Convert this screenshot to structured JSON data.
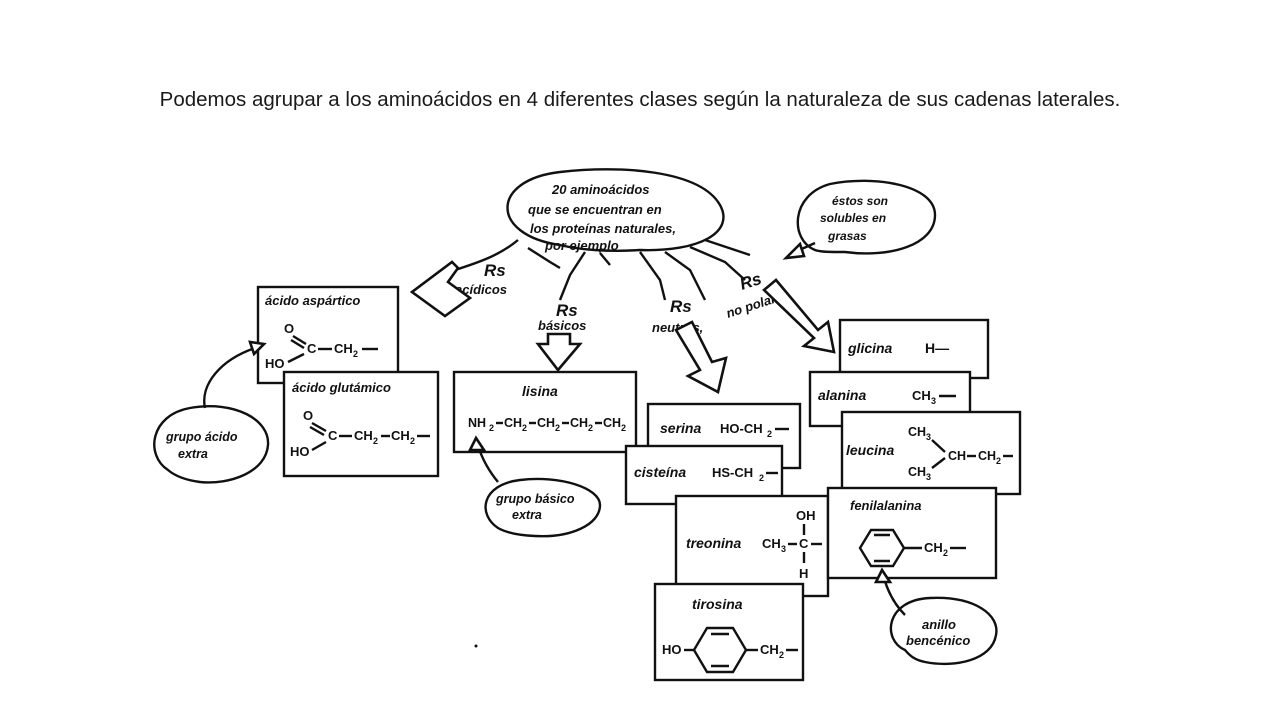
{
  "title": "Podemos agrupar a los aminoácidos en 4 diferentes clases según la naturaleza de sus cadenas laterales.",
  "center": [
    "20 aminoácidos",
    "que se encuentran en",
    "los proteínas naturales,",
    "por ejemplo"
  ],
  "note_fat": [
    "éstos son",
    "solubles en",
    "grasas"
  ],
  "groups": {
    "acidic": [
      "Rs",
      "acídicos"
    ],
    "basic": [
      "Rs",
      "básicos"
    ],
    "neutral": [
      "Rs",
      "neutros,"
    ],
    "nonpolar": [
      "Rs",
      "no polares"
    ]
  },
  "callouts": {
    "acid": [
      "grupo ácido",
      "extra"
    ],
    "basic": [
      "grupo básico",
      "extra"
    ],
    "ring": [
      "anillo",
      "bencénico"
    ]
  },
  "amino_acids": {
    "aspartic": "ácido aspártico",
    "glutamic": "ácido glutámico",
    "lysine": "lisina",
    "serine": "serina",
    "cysteine": "cisteína",
    "threonine": "treonina",
    "tyrosine": "tirosina",
    "glycine": "glicina",
    "alanine": "alanina",
    "leucine": "leucina",
    "phenylalanine": "fenilalanina"
  },
  "formulas": {
    "O": "O",
    "HO": "HO",
    "C": "C",
    "CH": "CH",
    "CH2": "CH",
    "sub2": "2",
    "sub3": "3",
    "NH": "NH",
    "OH": "OH",
    "H": "H",
    "serine_r": "HO-CH",
    "cysteine_r": "HS-CH",
    "glycine_r": "H—",
    "CH3": "CH"
  }
}
